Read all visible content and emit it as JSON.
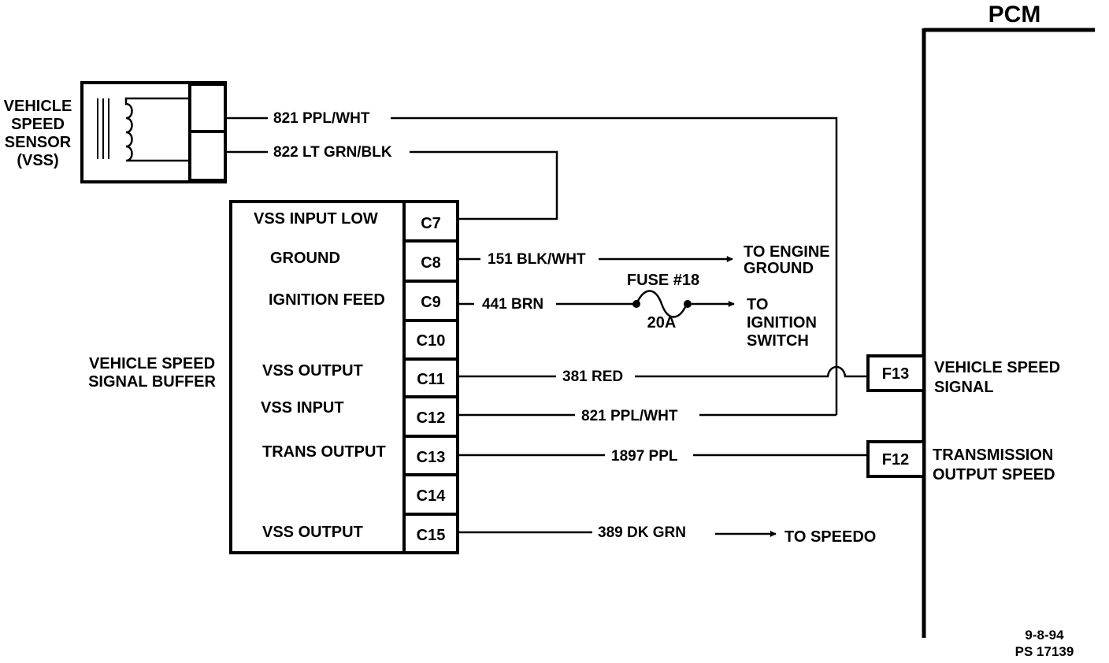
{
  "pcm": {
    "title": "PCM",
    "pins": [
      {
        "pin": "F13",
        "label_lines": [
          "VEHICLE SPEED",
          "SIGNAL"
        ]
      },
      {
        "pin": "F12",
        "label_lines": [
          "TRANSMISSION",
          "OUTPUT SPEED"
        ]
      }
    ]
  },
  "sensor": {
    "label_lines": [
      "VEHICLE",
      "SPEED",
      "SENSOR",
      "(VSS)"
    ]
  },
  "buffer": {
    "label_lines": [
      "VEHICLE SPEED",
      "SIGNAL BUFFER"
    ],
    "rows": [
      {
        "pin": "C7",
        "label": "VSS INPUT LOW"
      },
      {
        "pin": "C8",
        "label": "GROUND"
      },
      {
        "pin": "C9",
        "label": "IGNITION FEED"
      },
      {
        "pin": "C10",
        "label": ""
      },
      {
        "pin": "C11",
        "label": "VSS OUTPUT"
      },
      {
        "pin": "C12",
        "label": "VSS INPUT"
      },
      {
        "pin": "C13",
        "label": "TRANS OUTPUT"
      },
      {
        "pin": "C14",
        "label": ""
      },
      {
        "pin": "C15",
        "label": "VSS OUTPUT"
      }
    ]
  },
  "wires": {
    "sensor_top": "821 PPL/WHT",
    "sensor_bottom": "822 LT GRN/BLK",
    "c8": "151 BLK/WHT",
    "c9": "441 BRN",
    "c11": "381 RED",
    "c12": "821 PPL/WHT",
    "c13": "1897 PPL",
    "c15": "389 DK GRN"
  },
  "destinations": {
    "engine_ground": [
      "TO ENGINE",
      "GROUND"
    ],
    "ignition_switch": [
      "TO",
      "IGNITION",
      "SWITCH"
    ],
    "speedo": "TO SPEEDO"
  },
  "fuse": {
    "name": "FUSE #18",
    "rating": "20A"
  },
  "footer": {
    "date": "9-8-94",
    "ref": "PS 17139"
  }
}
